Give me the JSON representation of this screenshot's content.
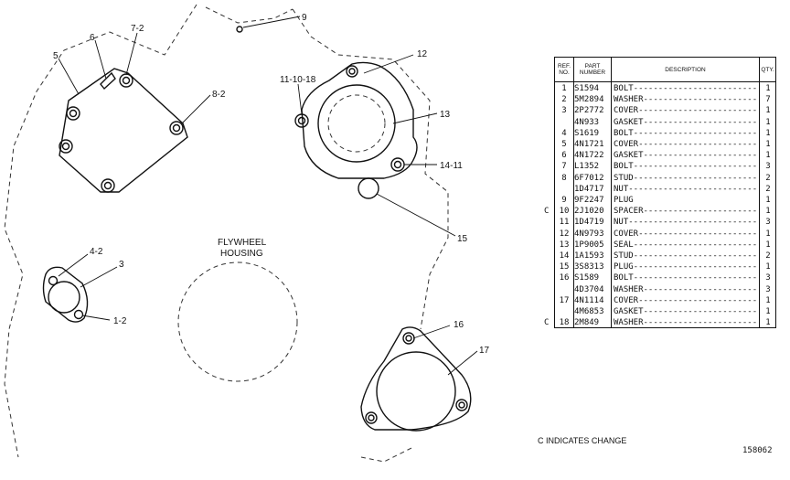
{
  "diagram": {
    "housing_label": [
      "FLYWHEEL",
      "HOUSING"
    ],
    "callouts": [
      "9",
      "6",
      "7-2",
      "5",
      "8-2",
      "12",
      "11-10-18",
      "13",
      "14-11",
      "15",
      "4-2",
      "3",
      "1-2",
      "16",
      "17"
    ]
  },
  "table": {
    "headers": {
      "ref": "REF. NO.",
      "part": "PART NUMBER",
      "desc": "DESCRIPTION",
      "qty": "QTY."
    },
    "rows": [
      {
        "change": "",
        "ref": "1",
        "part": "S1594",
        "desc": "BOLT-------------------------------",
        "qty": "1"
      },
      {
        "change": "",
        "ref": "2",
        "part": "5M2894",
        "desc": "WASHER---------------------------",
        "qty": "7"
      },
      {
        "change": "",
        "ref": "3",
        "part": "2P2772",
        "desc": "COVER-----------------------------",
        "qty": "1"
      },
      {
        "change": "",
        "ref": "",
        "part": "4N933",
        "desc": "GASKET-----------------------------",
        "qty": "1"
      },
      {
        "change": "",
        "ref": "4",
        "part": "S1619",
        "desc": "BOLT-------------------------------",
        "qty": "1"
      },
      {
        "change": "",
        "ref": "5",
        "part": "4N1721",
        "desc": "COVER-----------------------------",
        "qty": "1"
      },
      {
        "change": "",
        "ref": "6",
        "part": "4N1722",
        "desc": "GASKET-----------------------------",
        "qty": "1"
      },
      {
        "change": "",
        "ref": "7",
        "part": "L1352",
        "desc": "BOLT-------------------------------",
        "qty": "3"
      },
      {
        "change": "",
        "ref": "8",
        "part": "6F7012",
        "desc": "STUD-------------------------------",
        "qty": "2"
      },
      {
        "change": "",
        "ref": "",
        "part": "1D4717",
        "desc": "NUT---------------------------------",
        "qty": "2"
      },
      {
        "change": "",
        "ref": "9",
        "part": "9F2247",
        "desc": "PLUG                        ",
        "qty": "1"
      },
      {
        "change": "C",
        "ref": "10",
        "part": "2J1020",
        "desc": "SPACER----------------------------",
        "qty": "1"
      },
      {
        "change": "",
        "ref": "11",
        "part": "1D4719",
        "desc": "NUT---------------------------------",
        "qty": "3"
      },
      {
        "change": "",
        "ref": "12",
        "part": "4N9793",
        "desc": "COVER-----------------------------",
        "qty": "1"
      },
      {
        "change": "",
        "ref": "13",
        "part": "1P9005",
        "desc": "SEAL-------------------------------",
        "qty": "1"
      },
      {
        "change": "",
        "ref": "14",
        "part": "1A1593",
        "desc": "STUD-------------------------------",
        "qty": "2"
      },
      {
        "change": "",
        "ref": "15",
        "part": "3S8313",
        "desc": "PLUG-------------------------------",
        "qty": "1"
      },
      {
        "change": "",
        "ref": "16",
        "part": "S1589",
        "desc": "BOLT-------------------------------",
        "qty": "3"
      },
      {
        "change": "",
        "ref": "",
        "part": "4D3704",
        "desc": "WASHER---------------------------",
        "qty": "3"
      },
      {
        "change": "",
        "ref": "17",
        "part": "4N1114",
        "desc": "COVER-----------------------------",
        "qty": "1"
      },
      {
        "change": "",
        "ref": "",
        "part": "4M6853",
        "desc": "GASKET-----------------------------",
        "qty": "1"
      },
      {
        "change": "C",
        "ref": "18",
        "part": "2M849",
        "desc": "WASHER---------------------------",
        "qty": "1"
      }
    ]
  },
  "note": "C INDICATES CHANGE",
  "figure_number": "158062"
}
